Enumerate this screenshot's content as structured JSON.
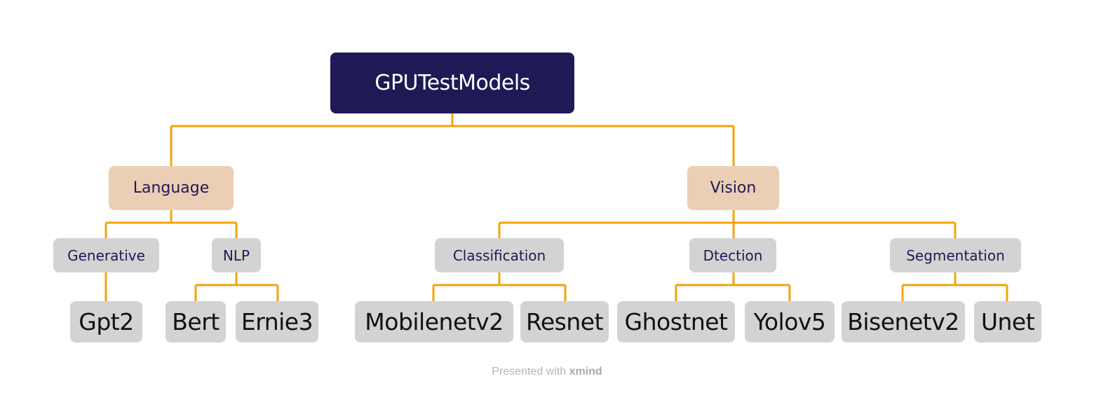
{
  "root": {
    "label": "GPUTestModels"
  },
  "categories": [
    {
      "label": "Language",
      "groups": [
        {
          "label": "Generative",
          "models": [
            "Gpt2"
          ]
        },
        {
          "label": "NLP",
          "models": [
            "Bert",
            "Ernie3"
          ]
        }
      ]
    },
    {
      "label": "Vision",
      "groups": [
        {
          "label": "Classification",
          "models": [
            "Mobilenetv2",
            "Resnet"
          ]
        },
        {
          "label": "Dtection",
          "models": [
            "Ghostnet",
            "Yolov5"
          ]
        },
        {
          "label": "Segmentation",
          "models": [
            "Bisenetv2",
            "Unet"
          ]
        }
      ]
    }
  ],
  "footer": {
    "text": "Presented with",
    "brand": "xmind"
  },
  "colors": {
    "connector": "#f5a30a",
    "root_bg": "#1f1a55",
    "category_bg": "#ebcfb4",
    "node_bg": "#d3d3d3",
    "text_dark": "#1f1a55"
  }
}
